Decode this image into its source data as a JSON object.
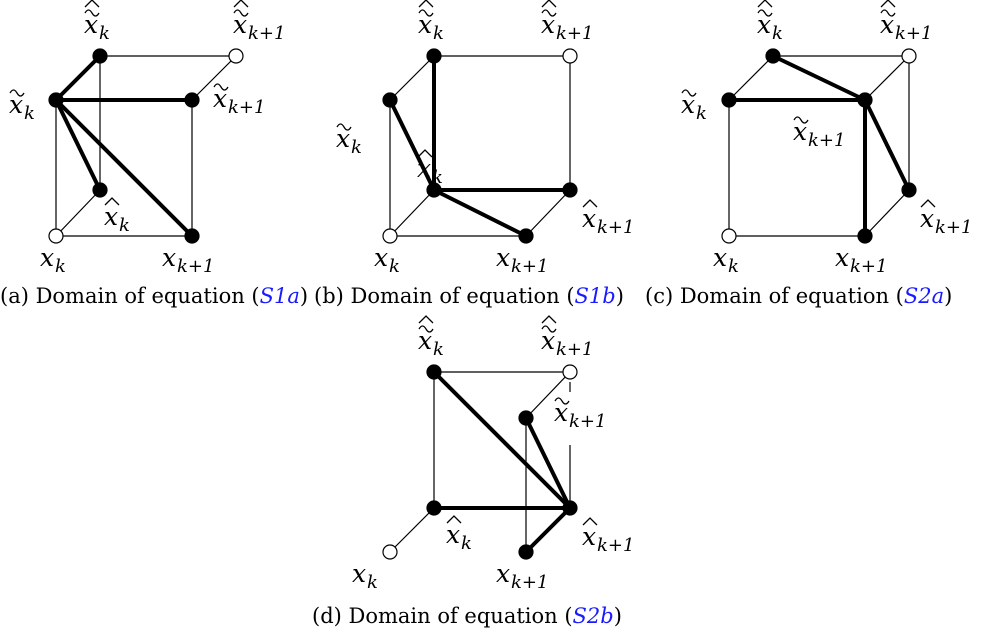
{
  "node_labels": {
    "x_k_base": "x",
    "x_k_sub": "k",
    "x_k1_base": "x",
    "x_k1_sub": "k+1"
  },
  "panels": [
    {
      "caption": {
        "prefix": "(a) Domain of equation (",
        "ref_main": "S1",
        "ref_italic": "a",
        "suffix": ")"
      },
      "edges_thick": [
        [
          "tx_k",
          "htx_k"
        ],
        [
          "tx_k",
          "tx_k1"
        ],
        [
          "tx_k",
          "hx_k"
        ],
        [
          "tx_k",
          "x_k1"
        ]
      ],
      "filled_nodes": [
        "htx_k",
        "tx_k",
        "tx_k1",
        "hx_k",
        "x_k1"
      ],
      "open_nodes": [
        "htx_k1",
        "x_k"
      ]
    },
    {
      "caption": {
        "prefix": "(b) Domain of equation (",
        "ref_main": "S1",
        "ref_italic": "b",
        "suffix": ")"
      },
      "edges_thick": [
        [
          "htx_k",
          "hx_k"
        ],
        [
          "tx_k",
          "hx_k"
        ],
        [
          "hx_k",
          "hx_k1"
        ],
        [
          "hx_k",
          "x_k1"
        ]
      ],
      "filled_nodes": [
        "htx_k",
        "tx_k",
        "hx_k",
        "hx_k1",
        "x_k1"
      ],
      "open_nodes": [
        "htx_k1",
        "x_k"
      ]
    },
    {
      "caption": {
        "prefix": "(c) Domain of equation (",
        "ref_main": "S2",
        "ref_italic": "a",
        "suffix": ")"
      },
      "edges_thick": [
        [
          "htx_k",
          "tx_k1"
        ],
        [
          "tx_k",
          "tx_k1"
        ],
        [
          "tx_k1",
          "hx_k1"
        ],
        [
          "tx_k1",
          "x_k1"
        ]
      ],
      "filled_nodes": [
        "htx_k",
        "tx_k",
        "tx_k1",
        "hx_k1",
        "x_k1"
      ],
      "open_nodes": [
        "htx_k1",
        "x_k"
      ]
    },
    {
      "caption": {
        "prefix": "(d) Domain of equation (",
        "ref_main": "S2",
        "ref_italic": "b",
        "suffix": ")"
      },
      "edges_thick": [
        [
          "htx_k",
          "hx_k1"
        ],
        [
          "tx_k1",
          "hx_k1"
        ],
        [
          "hx_k",
          "hx_k1"
        ],
        [
          "x_k1",
          "hx_k1"
        ]
      ],
      "filled_nodes": [
        "htx_k",
        "tx_k1",
        "hx_k",
        "hx_k1",
        "x_k1"
      ],
      "open_nodes": [
        "htx_k1",
        "x_k"
      ]
    }
  ]
}
